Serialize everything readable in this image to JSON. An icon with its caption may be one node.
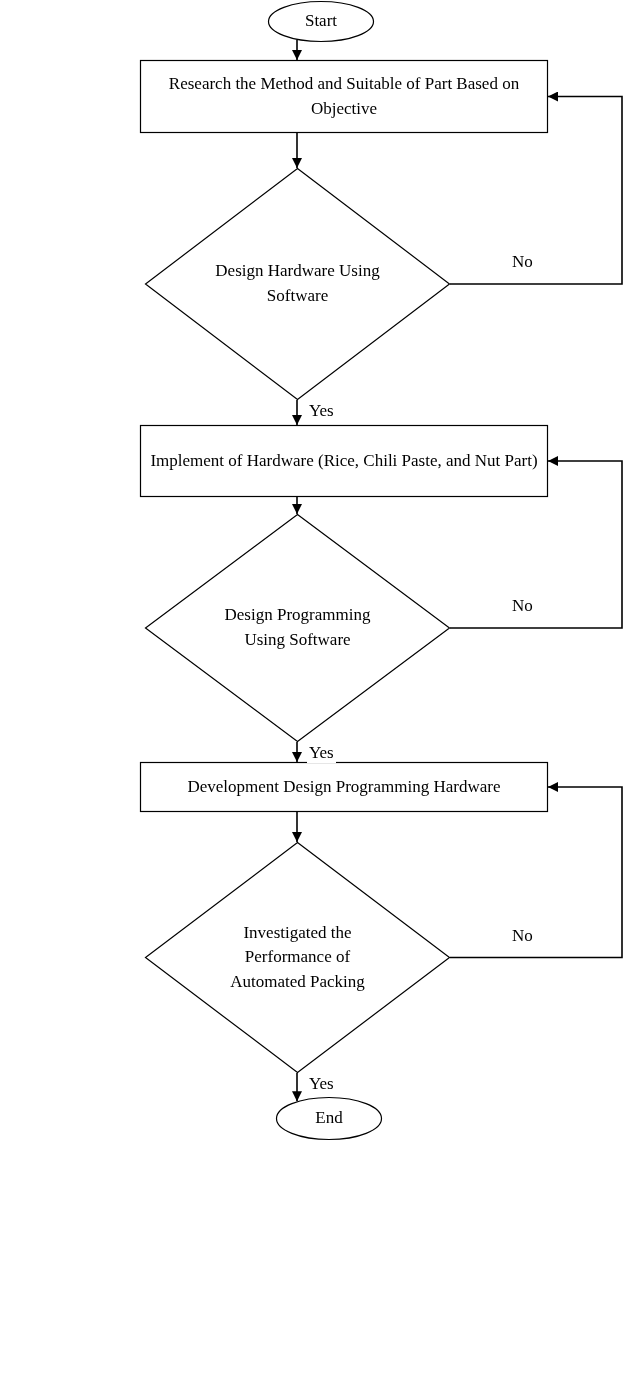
{
  "diagram": {
    "nodes": [
      {
        "text": [
          "Start"
        ]
      },
      {
        "text": [
          "Research the Method and Suitable of Part Based on Objective"
        ]
      },
      {
        "text": [
          "Design Hardware Using Software"
        ]
      },
      {
        "text": [
          "Implement of Hardware (Rice, Chili Paste, and Nut Part)"
        ]
      },
      {
        "text": [
          "Design Programming Using Software"
        ]
      },
      {
        "text": [
          "Development Design Programming Hardware"
        ]
      },
      {
        "text": [
          "Investigated the Performance of Automated Packing"
        ]
      },
      {
        "text": [
          "End"
        ]
      }
    ],
    "edges": [
      {
        "from": 0,
        "to": 1,
        "arrow": "to"
      },
      {
        "from": 1,
        "to": 2,
        "arrow": "to"
      },
      {
        "from": 2,
        "to": 1,
        "arrow": "to",
        "label": "No"
      },
      {
        "from": 2,
        "to": 3,
        "arrow": "to",
        "label": "Yes"
      },
      {
        "from": 3,
        "to": 4,
        "arrow": "to"
      },
      {
        "from": 4,
        "to": 3,
        "arrow": "to",
        "label": "No"
      },
      {
        "from": 4,
        "to": 5,
        "arrow": "to",
        "label": "Yes"
      },
      {
        "from": 5,
        "to": 6,
        "arrow": "to"
      },
      {
        "from": 6,
        "to": 5,
        "arrow": "to",
        "label": "No"
      },
      {
        "from": 6,
        "to": 7,
        "arrow": "to",
        "label": "Yes"
      }
    ]
  }
}
